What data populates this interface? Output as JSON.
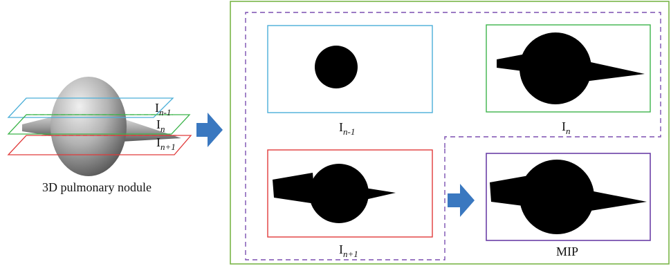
{
  "left_panel": {
    "caption": "3D pulmonary nodule",
    "plane_labels": [
      {
        "main": "I",
        "sub": "n-1"
      },
      {
        "main": "I",
        "sub": "n"
      },
      {
        "main": "I",
        "sub": "n+1"
      }
    ]
  },
  "right_panel": {
    "slices": [
      {
        "main": "I",
        "sub": "n-1"
      },
      {
        "main": "I",
        "sub": "n"
      },
      {
        "main": "I",
        "sub": "n+1"
      }
    ],
    "result_label": "MIP"
  },
  "colors": {
    "plane_top": "#4aaed8",
    "plane_mid": "#3cb44a",
    "plane_bottom": "#e03a3a",
    "outer_frame": "#7ab648",
    "dashed_group": "#7b4fb0",
    "mip_frame": "#6a3fa6",
    "arrow": "#3a78c0",
    "shape_fill": "#000000"
  }
}
